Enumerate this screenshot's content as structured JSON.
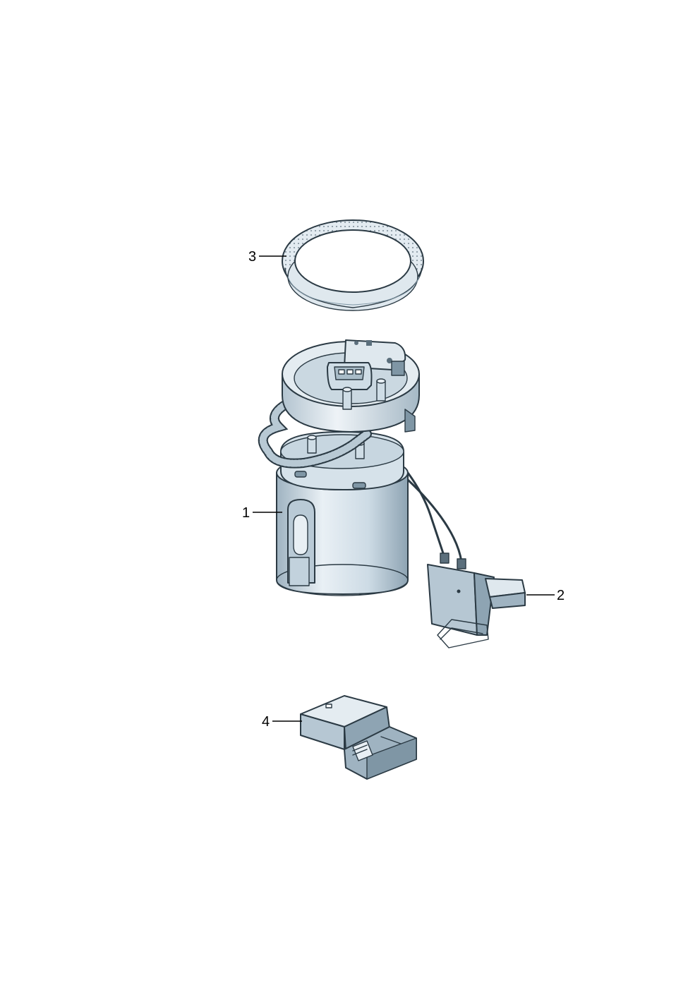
{
  "callouts": [
    {
      "number": "1",
      "part": "fuel-pump-module"
    },
    {
      "number": "2",
      "part": "fuel-level-sender"
    },
    {
      "number": "3",
      "part": "seal-ring"
    },
    {
      "number": "4",
      "part": "connector"
    }
  ],
  "colors": {
    "part_fill": "#cfdde6",
    "part_light": "#e8eff4",
    "part_shade": "#a9bcc8",
    "part_dark": "#7f96a5",
    "outline": "#2b3a44",
    "background": "#ffffff"
  }
}
